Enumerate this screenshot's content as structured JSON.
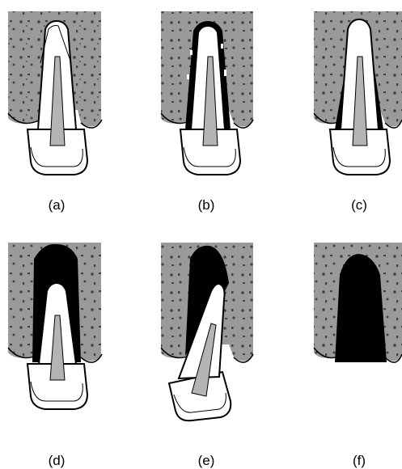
{
  "panels": [
    {
      "id": "a",
      "label": "(a)"
    },
    {
      "id": "b",
      "label": "(b)"
    },
    {
      "id": "c",
      "label": "(c)"
    },
    {
      "id": "d",
      "label": "(d)"
    },
    {
      "id": "e",
      "label": "(e)"
    },
    {
      "id": "f",
      "label": "(f)"
    }
  ],
  "colors": {
    "bone": "#9a9a9a",
    "bone_speckle": "#444444",
    "lesion": "#000000",
    "tooth": "#ffffff",
    "pulp": "#b4b4b4",
    "outline": "#000000"
  }
}
